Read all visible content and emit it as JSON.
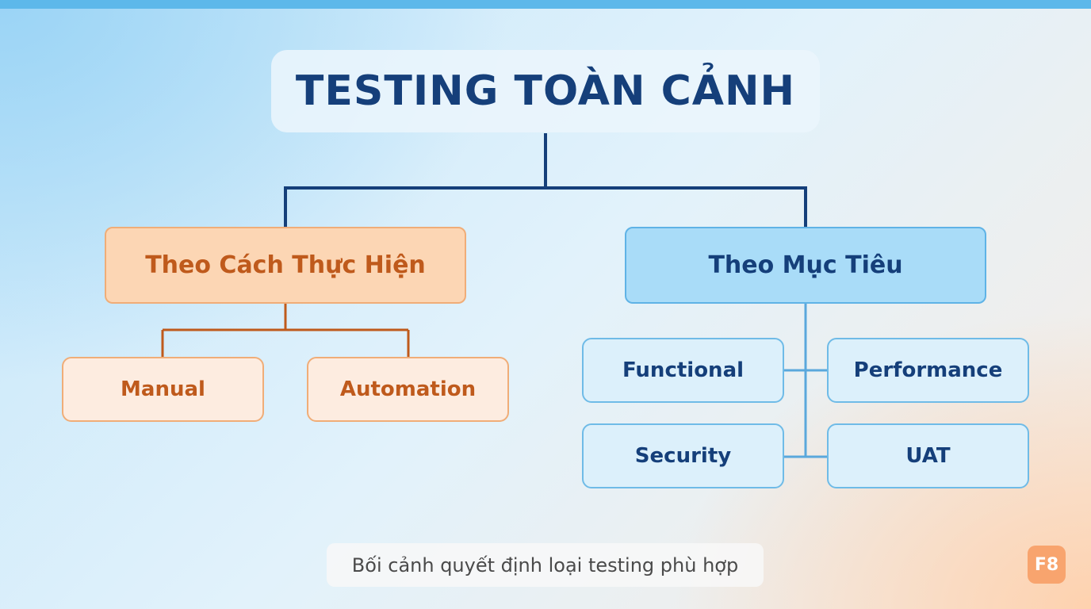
{
  "title": "TESTING TOÀN CẢNH",
  "categories": {
    "execution": {
      "label": "Theo Cách Thực Hiện",
      "items": [
        "Manual",
        "Automation"
      ]
    },
    "objective": {
      "label": "Theo Mục Tiêu",
      "items": [
        "Functional",
        "Performance",
        "Security",
        "UAT"
      ]
    }
  },
  "caption": "Bối cảnh quyết định loại testing phù hợp",
  "badge": "F8",
  "colors": {
    "navy": "#153f7a",
    "orange_text": "#bf5a1c",
    "orange_fill": "#fcd6b4",
    "blue_fill": "#a9dcf8",
    "top_bar": "#5db8ea",
    "badge": "#f8a46e"
  }
}
